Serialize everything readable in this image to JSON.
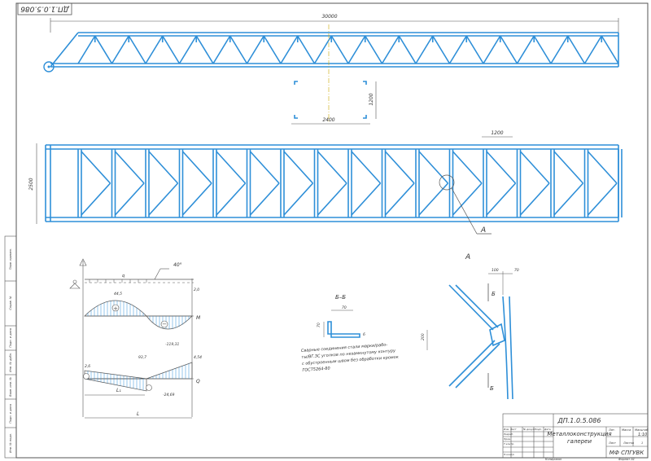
{
  "stamp_code_rotated": "ДП.1.0.5.086",
  "dims": {
    "total_length": "30000",
    "section_width": "2400",
    "section_height": "1200",
    "plan_width": "2500",
    "panel_length": "1200",
    "node_w1": "100",
    "node_w2": "70",
    "node_h": "200",
    "angle_a": "70",
    "angle_b": "70",
    "angle_c": "6"
  },
  "labels": {
    "callout": "А",
    "node_title": "А",
    "section_top": "Б",
    "section_bottom": "Б",
    "section_title": "Б–Б"
  },
  "diagram": {
    "angle": "40°",
    "axis_q": "q",
    "axis_M": "M",
    "axis_Q": "Q",
    "span_L": "L",
    "span_L1": "L₁",
    "m_max": "44,5",
    "m_min": "-119,31",
    "q_top": "4,54",
    "q_left": "2,6",
    "q_bot": "-24,69",
    "m_mid": "93,7",
    "load_dim": "2,0"
  },
  "note": [
    "Сварные соединения стали марки/рабо-",
    "ты/ВГ.ЗС уголков по незамкнутому контуру",
    "с обустроенным швом без обработки кромок",
    "ГОСТ5264-80"
  ],
  "side_stamp": [
    "Перв. примен.",
    "Справ. №",
    "Подп. и дата",
    "Инв. № дубл.",
    "Взам. инв. №",
    "Подп. и дата",
    "Инв. № подл."
  ],
  "title_block": {
    "code": "ДП.1.0.5.086",
    "name_line1": "Металлоконструкция",
    "name_line2": "галереи",
    "org": "МФ СПГУВК",
    "lit_header": "Лит.",
    "mass_header": "Масса",
    "scale_header": "Масштаб",
    "scale": "1:10",
    "sheet": "Лист",
    "sheets": "Листов",
    "sheets_val": "1",
    "rows": [
      "Изм. Лист",
      "Разраб.",
      "Пров.",
      "Т.контр.",
      "",
      "Н.контр.",
      "Утв."
    ],
    "col_headers": [
      "№ докум.",
      "Подп.",
      "Дата"
    ],
    "copy": "Копировал",
    "format": "Формат А1"
  }
}
